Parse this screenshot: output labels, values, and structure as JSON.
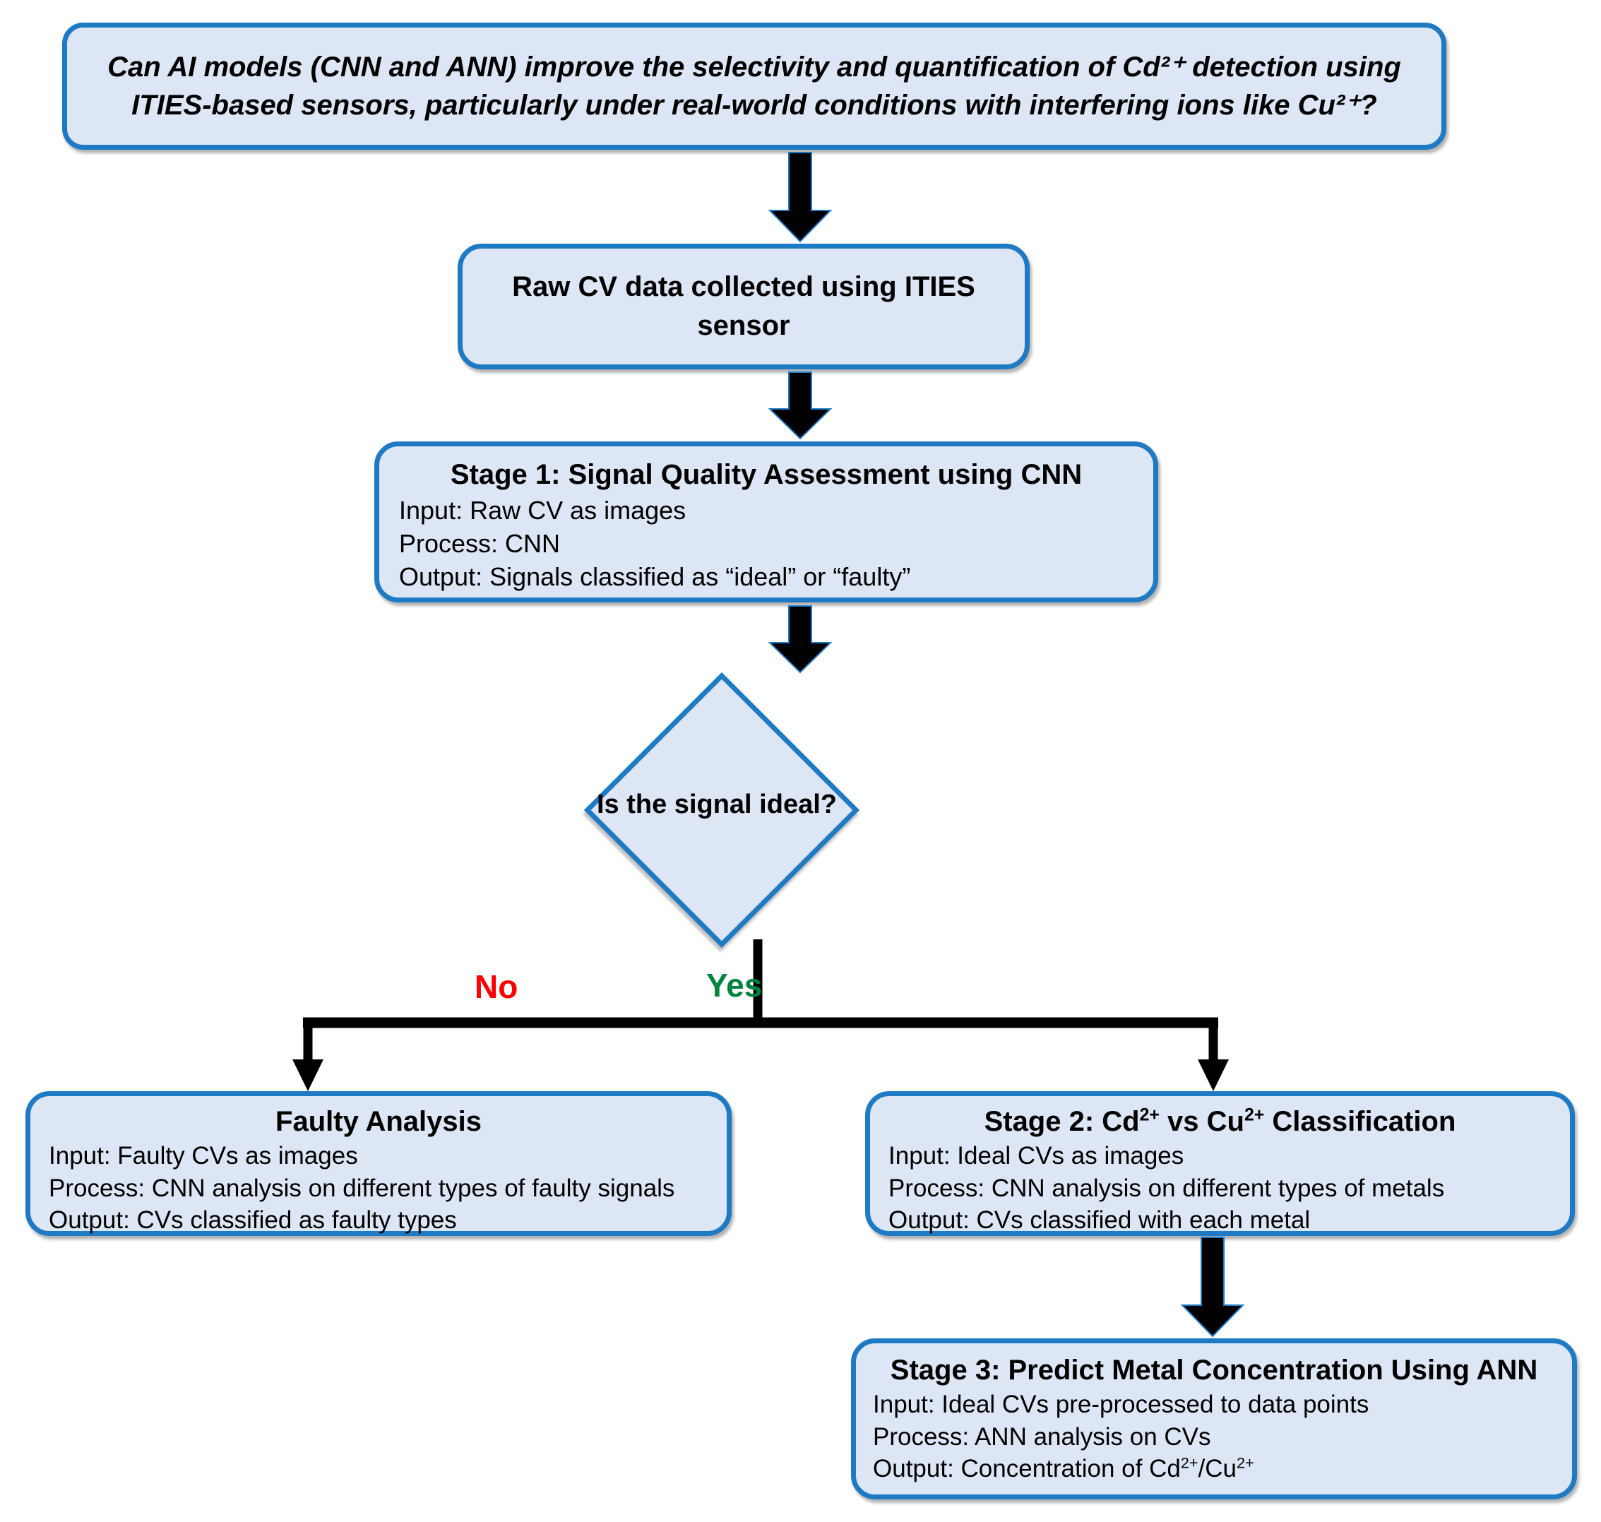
{
  "diagram": {
    "title": "AI-based ITIES sensor CV analysis workflow",
    "colors": {
      "node_fill": "#dce6f5",
      "node_border": "#1f7ac4",
      "arrow": "#000000",
      "no_label": "#ff0000",
      "yes_label": "#00833e",
      "background": "#ffffff"
    }
  },
  "question": {
    "text": "Can AI models (CNN and ANN) improve the selectivity and quantification of Cd²⁺ detection using ITIES-based sensors, particularly under real-world conditions with interfering ions like Cu²⁺?"
  },
  "raw_cv": {
    "text": "Raw CV data collected using ITIES sensor"
  },
  "stage1": {
    "title": "Stage 1: Signal Quality Assessment using CNN",
    "input": "Input: Raw CV as images",
    "process": "Process: CNN",
    "output": "Output: Signals classified as “ideal” or “faulty”"
  },
  "decision": {
    "text": "Is the signal ideal?",
    "no_label": "No",
    "yes_label": "Yes"
  },
  "faulty": {
    "title": "Faulty Analysis",
    "input": "Input: Faulty CVs as images",
    "process": "Process: CNN analysis on different types of faulty signals",
    "output": "Output: CVs classified as faulty types"
  },
  "stage2": {
    "title_prefix": "Stage 2: Cd",
    "title_sup1": "2+",
    "title_mid": " vs Cu",
    "title_sup2": "2+",
    "title_suffix": " Classification",
    "title_plain": "Stage 2: Cd2+ vs Cu2+ Classification",
    "input": "Input: Ideal CVs as images",
    "process": "Process: CNN analysis on different types of metals",
    "output": "Output: CVs classified with each metal"
  },
  "stage3": {
    "title": "Stage 3: Predict Metal Concentration Using ANN",
    "input": "Input: Ideal CVs pre-processed to data points",
    "process": "Process: ANN analysis on CVs",
    "output_prefix": "Output: Concentration of Cd",
    "output_sup1": "2+",
    "output_mid": "/Cu",
    "output_sup2": "2+",
    "output_plain": "Output: Concentration of Cd2+/Cu2+"
  },
  "edges": [
    {
      "name": "question-to-rawcv",
      "label": ""
    },
    {
      "name": "rawcv-to-stage1",
      "label": ""
    },
    {
      "name": "stage1-to-decision",
      "label": ""
    },
    {
      "name": "decision-to-faulty",
      "label": "No"
    },
    {
      "name": "decision-to-stage2",
      "label": "Yes"
    },
    {
      "name": "stage2-to-stage3",
      "label": ""
    }
  ]
}
